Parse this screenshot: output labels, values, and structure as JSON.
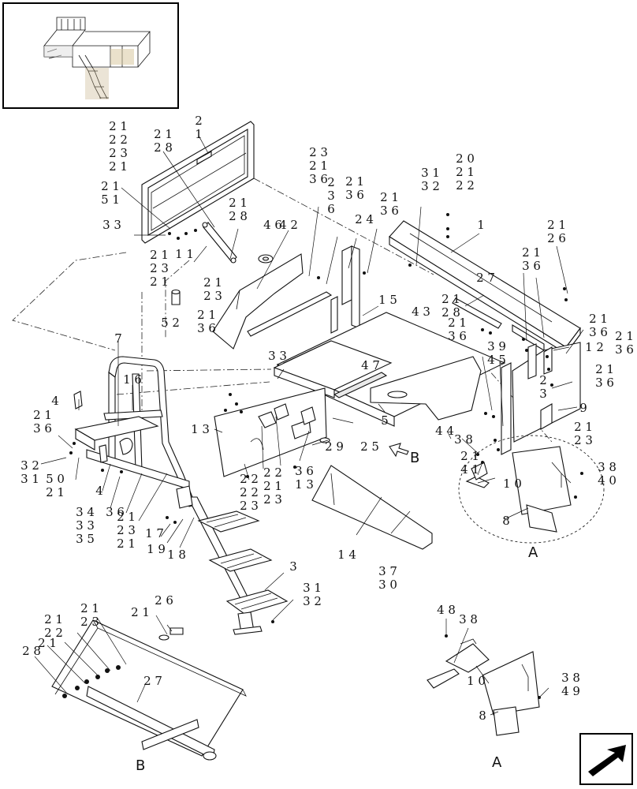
{
  "callouts": [
    [
      "2 1",
      "2 2",
      "2 3",
      "2 1"
    ],
    [
      "2",
      "1"
    ],
    [
      "2 1",
      "2 8"
    ],
    [
      "2 1",
      "5 1"
    ],
    [
      "3 3"
    ],
    [
      "2 1",
      "2 3",
      "2 1"
    ],
    [
      "1 1"
    ],
    [
      "2 1",
      "2 8"
    ],
    [
      "4 6"
    ],
    [
      "4 2"
    ],
    [
      "2 3",
      "2 1",
      "3 6"
    ],
    [
      "2 1",
      "2 3"
    ],
    [
      "5 2"
    ],
    [
      "2 1",
      "3 6"
    ],
    [
      "2",
      "3",
      "6"
    ],
    [
      "2 1",
      "3 6"
    ],
    [
      "2 4"
    ],
    [
      "2 1",
      "3 6"
    ],
    [
      "3 1",
      "3 2"
    ],
    [
      "2 0",
      "2 1",
      "2 2"
    ],
    [
      "1"
    ],
    [
      "2 1",
      "2 6"
    ],
    [
      "2 1",
      "3 6"
    ],
    [
      "1 5"
    ],
    [
      "4 3"
    ],
    [
      "2 7"
    ],
    [
      "2 1",
      "2 8"
    ],
    [
      "2 1",
      "3 6"
    ],
    [
      "1 2"
    ],
    [
      "2 1",
      "3 6"
    ],
    [
      "2 1",
      "3 6"
    ],
    [
      "2",
      "3"
    ],
    [
      "2 1",
      "3 6"
    ],
    [
      "3 9",
      "4 5"
    ],
    [
      "9"
    ],
    [
      "4 7"
    ],
    [
      "3 3"
    ],
    [
      "7"
    ],
    [
      "1 6"
    ],
    [
      "4"
    ],
    [
      "2 1",
      "3 6"
    ],
    [
      "1 3"
    ],
    [
      "5"
    ],
    [
      "4 4"
    ],
    [
      "3 8"
    ],
    [
      "2 1",
      "2 3"
    ],
    [
      "2 9"
    ],
    [
      "2 5"
    ],
    [
      "2 1",
      "4 1"
    ],
    [
      "1 0"
    ],
    [
      "3 8",
      "4 0"
    ],
    [
      "3 2",
      "3 1"
    ],
    [
      "5 0",
      "2 1"
    ],
    [
      "4"
    ],
    [
      "3 6"
    ],
    [
      "3 4",
      "3 3",
      "3 5"
    ],
    [
      "2 1",
      "2 3",
      "2 1"
    ],
    [
      "2 2",
      "2 2",
      "2 3"
    ],
    [
      "2 2",
      "2 1",
      "2 3"
    ],
    [
      "3 6",
      "1 3"
    ],
    [
      "1 7"
    ],
    [
      "1 9"
    ],
    [
      "1 8"
    ],
    [
      "1 4"
    ],
    [
      "8"
    ],
    [
      "3 7",
      "3 0"
    ],
    [
      "3"
    ],
    [
      "3 1",
      "3 2"
    ],
    [
      "2 6"
    ],
    [
      "2 1"
    ],
    [
      "2 1",
      "2 3"
    ],
    [
      "2 1",
      "2 2"
    ],
    [
      "2 8"
    ],
    [
      "2 1"
    ],
    [
      "2 7"
    ],
    [
      "4 8"
    ],
    [
      "3 8"
    ],
    [
      "1 0"
    ],
    [
      "3 8",
      "4 9"
    ],
    [
      "8"
    ]
  ],
  "view_letters": {
    "b_arrow": "B",
    "a_detail": "A",
    "b_view": "B",
    "a_view": "A"
  },
  "icons": {
    "nav": "next-page-arrow-icon",
    "thumbnail": "overview-thumbnail"
  }
}
